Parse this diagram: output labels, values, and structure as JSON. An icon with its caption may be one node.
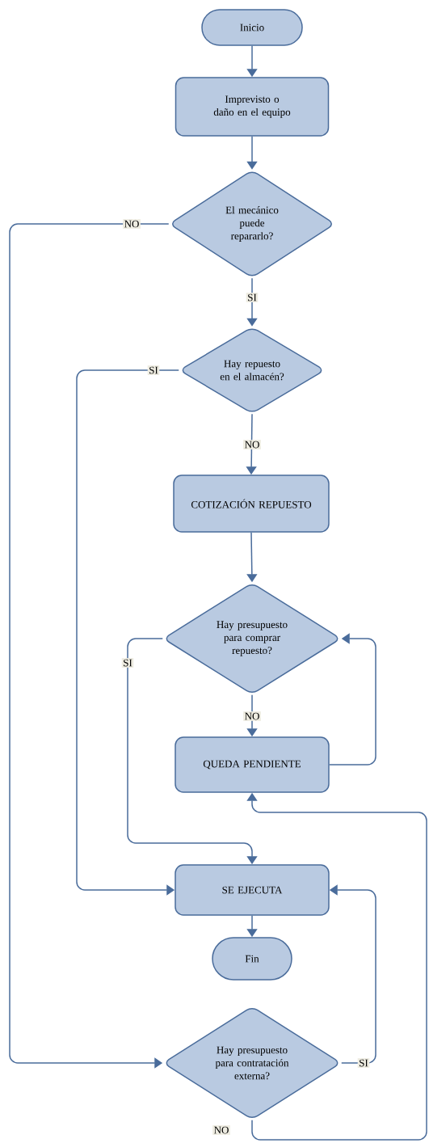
{
  "diagram": {
    "nodes": [
      {
        "text": [
          "Inicio"
        ]
      },
      {
        "text": [
          "Imprevisto o daño en el equipo"
        ]
      },
      {
        "text": [
          "El mecánico puede repararlo?"
        ]
      },
      {
        "text": [
          "Hay repuesto en el almacén?"
        ]
      },
      {
        "text": [
          "COTIZACIÓN REPUESTO"
        ]
      },
      {
        "text": [
          "Hay presupuesto para comprar repuesto?"
        ]
      },
      {
        "text": [
          "QUEDA PENDIENTE"
        ]
      },
      {
        "text": [
          "SE EJECUTA"
        ]
      },
      {
        "text": [
          "Fin"
        ]
      },
      {
        "text": [
          "Hay presupuesto para contratación externa?"
        ]
      }
    ],
    "edges": [
      {
        "from": 0,
        "to": 1,
        "arrow": "to"
      },
      {
        "from": 1,
        "to": 2,
        "arrow": "to"
      },
      {
        "from": 2,
        "to": 3,
        "arrow": "to",
        "label": "SI"
      },
      {
        "from": 2,
        "to": 9,
        "arrow": "to",
        "label": "NO"
      },
      {
        "from": 3,
        "to": 7,
        "arrow": "to",
        "label": "SI"
      },
      {
        "from": 3,
        "to": 4,
        "arrow": "to",
        "label": "NO"
      },
      {
        "from": 4,
        "to": 5,
        "arrow": "to"
      },
      {
        "from": 5,
        "to": 6,
        "arrow": "to",
        "label": "NO"
      },
      {
        "from": 5,
        "to": 7,
        "arrow": "to",
        "label": "SI"
      },
      {
        "from": 6,
        "to": 5,
        "arrow": "to"
      },
      {
        "from": 7,
        "to": 8,
        "arrow": "to"
      },
      {
        "from": 9,
        "to": 7,
        "arrow": "to",
        "label": "SI"
      },
      {
        "from": 9,
        "to": 6,
        "arrow": "to",
        "label": "NO"
      }
    ]
  }
}
